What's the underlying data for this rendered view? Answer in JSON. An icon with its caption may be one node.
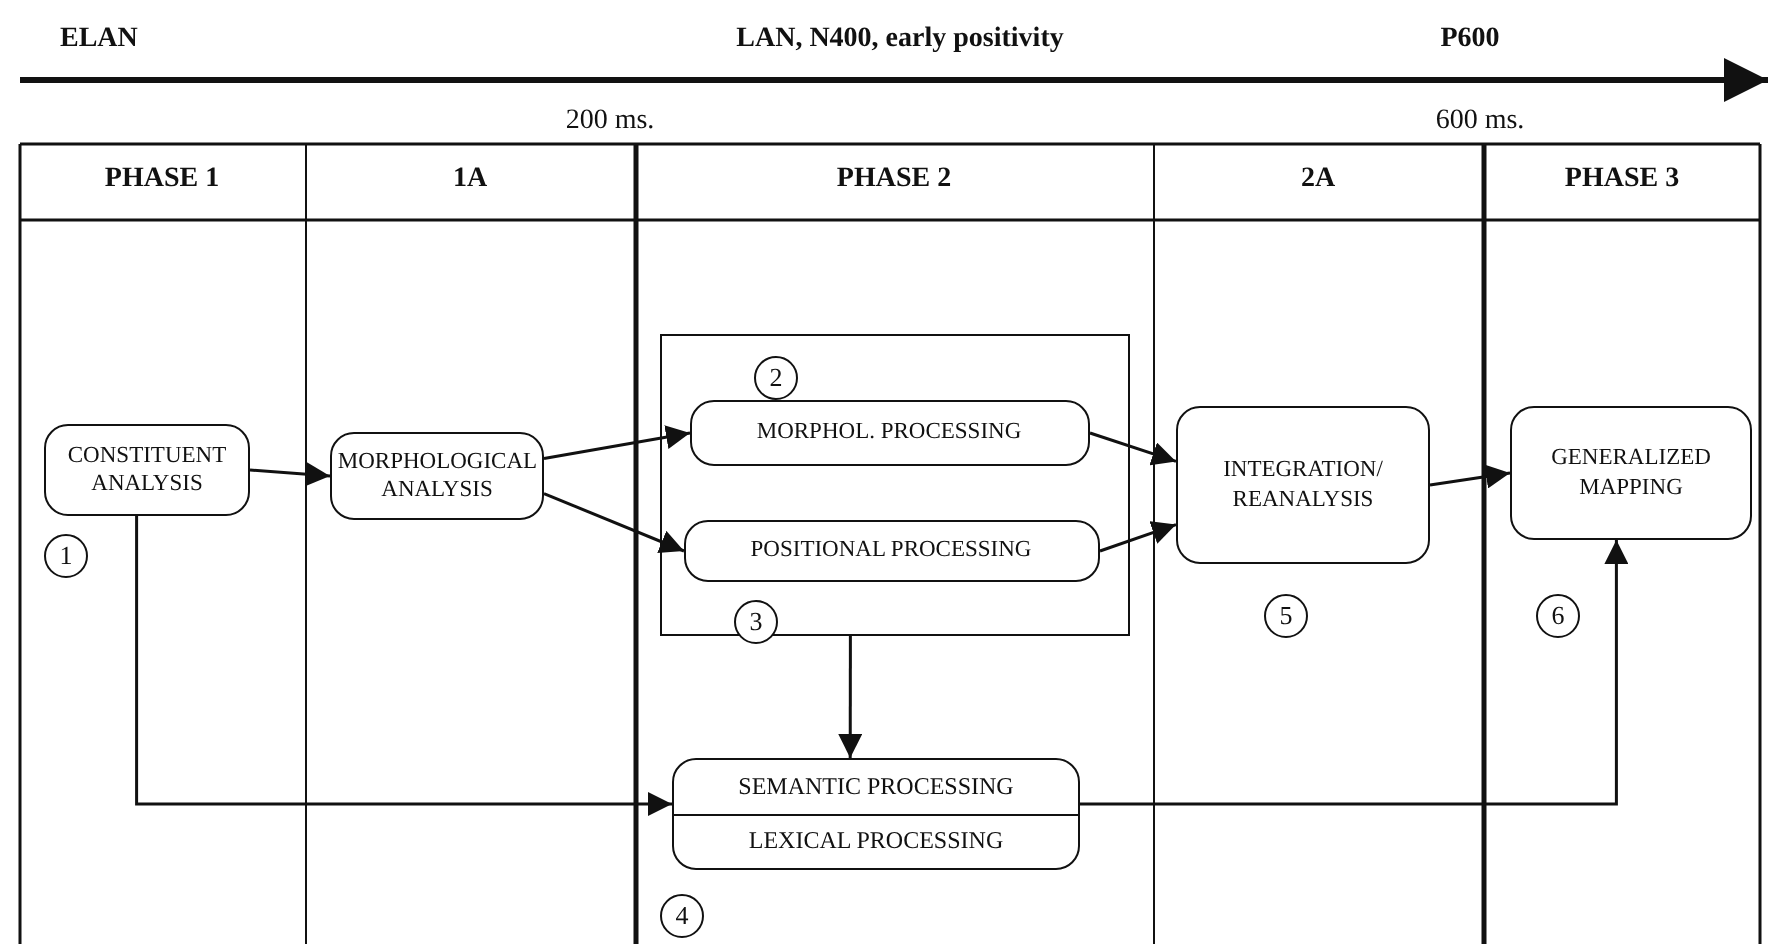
{
  "diagram": {
    "nodes": [
      {
        "text": [
          "CONSTITUENT ANALYSIS"
        ],
        "beside": [
          "1"
        ]
      },
      {
        "text": [
          "MORPHOLOGICAL ANALYSIS"
        ]
      },
      {
        "text": [],
        "shape": "box"
      },
      {
        "text": [
          "MORPHOL. PROCESSING"
        ],
        "in": 2,
        "beside": [
          "2"
        ]
      },
      {
        "text": [
          "POSITIONAL PROCESSING"
        ],
        "in": 2,
        "beside": [
          "3"
        ]
      },
      {
        "text": [
          "SEMANTIC PROCESSING",
          "LEXICAL PROCESSING"
        ],
        "beside": [
          "4"
        ]
      },
      {
        "text": [
          "INTEGRATION/ REANALYSIS"
        ],
        "beside": [
          "5"
        ]
      },
      {
        "text": [
          "GENERALIZED MAPPING"
        ],
        "beside": [
          "6"
        ]
      }
    ],
    "edges": [
      {
        "from": 0,
        "to": 1,
        "arrow": "to"
      },
      {
        "from": 1,
        "to": 3,
        "arrow": "to"
      },
      {
        "from": 1,
        "to": 4,
        "arrow": "to"
      },
      {
        "from": 3,
        "to": 6,
        "arrow": "to"
      },
      {
        "from": 4,
        "to": 6,
        "arrow": "to"
      },
      {
        "from": 6,
        "to": 7,
        "arrow": "to"
      },
      {
        "from": 2,
        "to": 5,
        "arrow": "to"
      },
      {
        "from": 0,
        "to": 5,
        "arrow": "to"
      },
      {
        "from": 5,
        "to": 7,
        "arrow": "to"
      }
    ],
    "labels": [
      "ELAN",
      "LAN, N400, early positivity",
      "P600",
      "200 ms.",
      "600 ms.",
      "PHASE 1",
      "1A",
      "PHASE 2",
      "2A",
      "PHASE 3"
    ]
  }
}
